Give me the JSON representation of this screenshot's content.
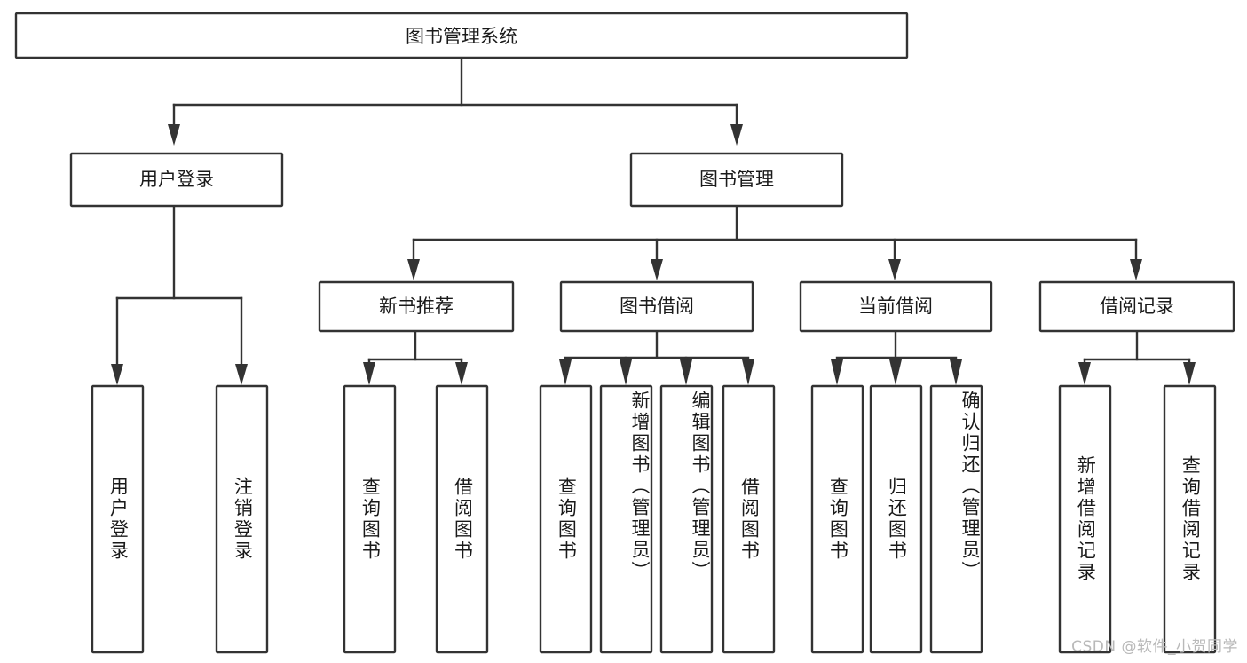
{
  "diagram": {
    "title": "图书管理系统",
    "type": "tree-hierarchy",
    "orientation": "top-down",
    "colors": {
      "stroke": "#333333",
      "box_fill": "#ffffff",
      "text": "#1a1a1a",
      "background": "#ffffff",
      "watermark": "#b9b9b9"
    },
    "root": {
      "label": "图书管理系统"
    },
    "level2": [
      {
        "label": "用户登录"
      },
      {
        "label": "图书管理"
      }
    ],
    "level3": [
      {
        "label": "新书推荐"
      },
      {
        "label": "图书借阅"
      },
      {
        "label": "当前借阅"
      },
      {
        "label": "借阅记录"
      }
    ],
    "leaves": {
      "user_login": [
        {
          "label": "用户登录"
        },
        {
          "label": "注销登录"
        }
      ],
      "new_book_recommend": [
        {
          "label": "查询图书"
        },
        {
          "label": "借阅图书"
        }
      ],
      "book_borrow": [
        {
          "label": "查询图书"
        },
        {
          "label": "新增图书（管理员）"
        },
        {
          "label": "编辑图书（管理员）"
        },
        {
          "label": "借阅图书"
        }
      ],
      "current_borrow": [
        {
          "label": "查询图书"
        },
        {
          "label": "归还图书"
        },
        {
          "label": "确认归还（管理员）"
        }
      ],
      "borrow_record": [
        {
          "label": "新增借阅记录"
        },
        {
          "label": "查询借阅记录"
        }
      ]
    }
  },
  "watermark": {
    "text": "CSDN @软件_小贺同学"
  }
}
